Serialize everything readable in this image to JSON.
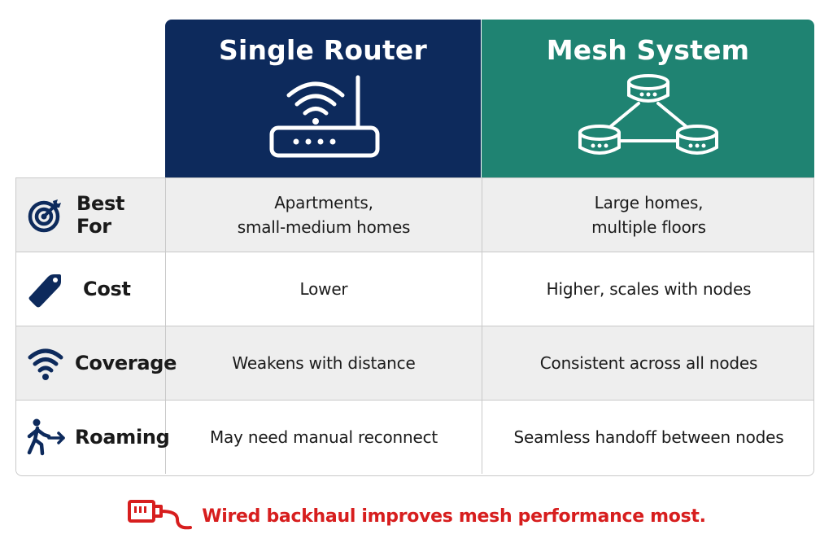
{
  "columns": [
    {
      "title": "Single Router",
      "color": "#0d2a5c",
      "icon": "wifi-router-icon"
    },
    {
      "title": "Mesh System",
      "color": "#1f8372",
      "icon": "mesh-nodes-icon"
    }
  ],
  "rows": [
    {
      "label": "Best For",
      "icon": "target-icon",
      "single": [
        "Apartments,",
        "small-medium homes"
      ],
      "mesh": [
        "Large homes,",
        "multiple floors"
      ]
    },
    {
      "label": "Cost",
      "icon": "price-tag-icon",
      "single": [
        "Lower"
      ],
      "mesh": [
        "Higher, scales with nodes"
      ]
    },
    {
      "label": "Coverage",
      "icon": "wifi-signal-icon",
      "single": [
        "Weakens with distance"
      ],
      "mesh": [
        "Consistent across all nodes"
      ]
    },
    {
      "label": "Roaming",
      "icon": "walking-person-icon",
      "single": [
        "May need manual reconnect"
      ],
      "mesh": [
        "Seamless handoff between nodes"
      ]
    }
  ],
  "footnote": {
    "text": "Wired backhaul improves mesh performance most.",
    "icon": "ethernet-cable-icon",
    "color": "#d71e1e"
  },
  "colors": {
    "icon": "#0d2a5c",
    "row_shade": "#eeeeee",
    "border": "#c9c9c9"
  }
}
